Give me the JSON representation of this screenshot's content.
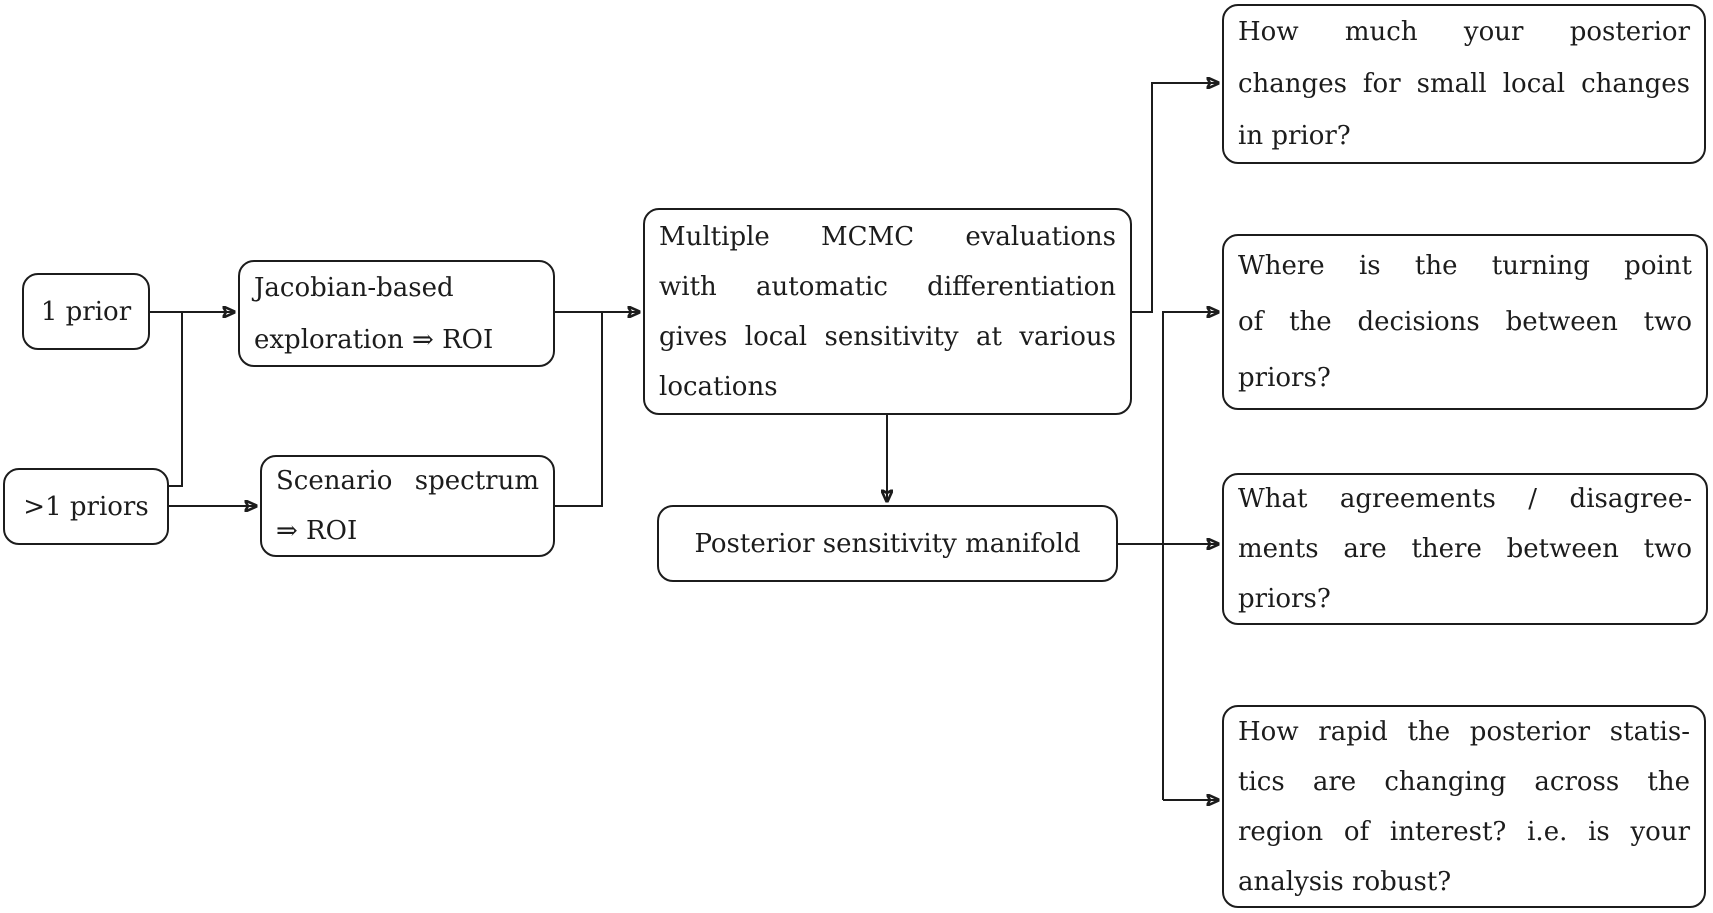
{
  "diagram": {
    "title": "Prior sensitivity analysis flowchart",
    "colors": {
      "background": "#ffffff",
      "stroke": "#1c1c1c",
      "text": "#1c1c1c"
    },
    "nodes": {
      "one_prior": {
        "lines": [
          "1 prior"
        ]
      },
      "multi_prior": {
        "lines": [
          ">1 priors"
        ]
      },
      "jacobian": {
        "lines": [
          "Jacobian-based",
          "exploration ⇒ ROI"
        ]
      },
      "scenario": {
        "lines": [
          "Scenario spectrum",
          "⇒ ROI"
        ]
      },
      "mcmc": {
        "lines": [
          "Multiple MCMC evaluations",
          "with automatic differentiation",
          "gives local sensitivity at various",
          "locations"
        ]
      },
      "manifold": {
        "lines": [
          "Posterior sensitivity manifold"
        ]
      },
      "q_local_changes": {
        "lines": [
          "How much your posterior",
          "changes for small local changes",
          "in prior?"
        ]
      },
      "q_turning_point": {
        "lines": [
          "Where is the turning point",
          "of the decisions between two",
          "priors?"
        ]
      },
      "q_agreements": {
        "lines": [
          "What agreements / disagree-",
          "ments are there between two",
          "priors?"
        ]
      },
      "q_robustness": {
        "lines": [
          "How rapid the posterior statis-",
          "tics are changing across the",
          "region of interest? i.e. is your",
          "analysis robust?"
        ]
      }
    },
    "edges": [
      "1 prior → Jacobian-based exploration",
      ">1 priors → Jacobian-based exploration",
      ">1 priors → Scenario spectrum",
      "Jacobian-based exploration → Multiple MCMC evaluations",
      "Scenario spectrum → Multiple MCMC evaluations",
      "Multiple MCMC evaluations → Posterior sensitivity manifold",
      "Multiple MCMC evaluations → How much your posterior changes",
      "Posterior sensitivity manifold → Where is the turning point",
      "Posterior sensitivity manifold → What agreements / disagreements",
      "Posterior sensitivity manifold → How rapid the posterior statistics"
    ]
  }
}
